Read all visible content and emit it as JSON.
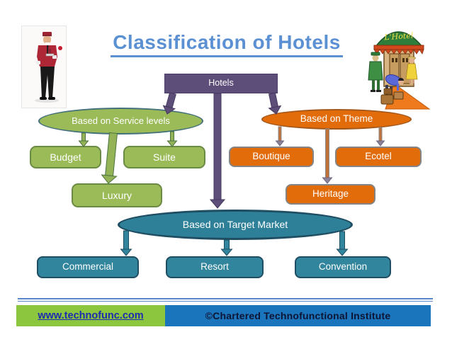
{
  "title": "Classification of Hotels",
  "diagram": {
    "hotels": "Hotels",
    "service": {
      "label": "Based on Service levels",
      "budget": "Budget",
      "suite": "Suite",
      "luxury": "Luxury"
    },
    "theme": {
      "label": "Based on Theme",
      "boutique": "Boutique",
      "ecotel": "Ecotel",
      "heritage": "Heritage"
    },
    "target": {
      "label": "Based on  Target Market",
      "commercial": "Commercial",
      "resort": "Resort",
      "convention": "Convention"
    }
  },
  "images": {
    "bellhop": "bellhop-photo",
    "hotel_entrance": "hotel-entrance-clipart",
    "hotel_sign": "L'Hotel"
  },
  "footer": {
    "website": "www.technofunc.com",
    "copyright": "©Chartered Technofunctional Institute"
  },
  "colors": {
    "title_blue": "#5b90d3",
    "node_purple": "#5d4e79",
    "node_green": "#9bbb59",
    "node_orange": "#e36c0a",
    "node_teal": "#31859c",
    "footer_green": "#8cc63e",
    "footer_blue": "#1b75bc",
    "footer_link": "#1b2cb0",
    "purple_arrow": {
      "fill": "#5d4e79",
      "stroke": "#46395f"
    },
    "green_arrow": {
      "fill": "#93b356",
      "stroke": "#4c7340"
    },
    "orange_arrow": {
      "fill": "#c0713a",
      "stroke": "#8c8c8c",
      "head_fill": "#8b8199",
      "head_stroke": "#6f6880"
    },
    "teal_arrow": {
      "fill": "#31859c",
      "stroke": "#1e4d62"
    }
  }
}
